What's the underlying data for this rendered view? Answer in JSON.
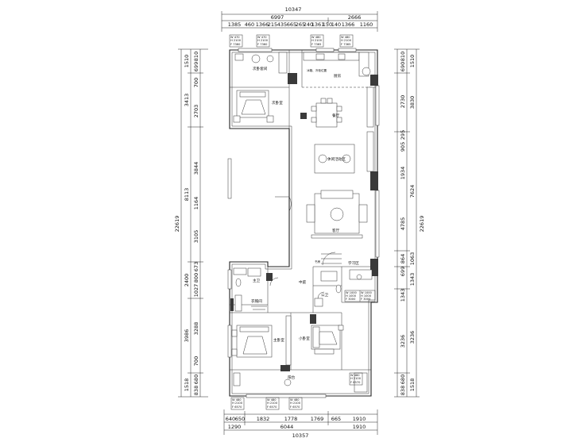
{
  "dimensions": {
    "top_total": "10347",
    "top_row1": [
      "6997",
      "2666"
    ],
    "top_row2": [
      "1385",
      "460",
      "1366",
      "215",
      "435",
      "665",
      "265",
      "240",
      "1361",
      "150",
      "140",
      "1366",
      "1160"
    ],
    "bottom_row1": [
      "640",
      "650",
      "1832",
      "1778",
      "1769",
      "665",
      "1910"
    ],
    "bottom_row2": [
      "1290",
      "6044",
      "1910"
    ],
    "bottom_total": "10357",
    "left_total": "22619",
    "left_row1": [
      "1510",
      "3413",
      "8113",
      "2400",
      "3986",
      "1518"
    ],
    "left_row2": [
      "810",
      "699",
      "700",
      "2703",
      "3844",
      "1164",
      "3105",
      "673",
      "800",
      "1027",
      "3288",
      "700",
      "680",
      "838"
    ],
    "right_total": "22619",
    "right_row1": [
      "1510",
      "3830",
      "7624",
      "1063",
      "1343",
      "3236",
      "1518"
    ],
    "right_row2": [
      "810",
      "690",
      "2730",
      "295",
      "905",
      "1934",
      "4785",
      "864",
      "699",
      "1343",
      "3236",
      "680",
      "838"
    ]
  },
  "rooms": {
    "secondary_bedroom": "次卧套间",
    "kitchen": "厨房",
    "fridge": "冰箱、冷柜位置",
    "dining": "餐厅",
    "second_bedroom": "次卧室",
    "leisure": "休闲活动区",
    "living": "客厅",
    "study": "书房",
    "study_area": "学习区",
    "master_bath": "主卫",
    "central": "中庭",
    "guest_bath": "公卫",
    "dressing": "衣帽间",
    "master_bedroom": "主卧室",
    "small_bedroom": "小卧室",
    "balcony": "阳台"
  },
  "window_tags": {
    "tag_a": [
      "W 470",
      "H 2100",
      "F 7360"
    ],
    "tag_b": [
      "W 480",
      "H 2100",
      "F 7365"
    ],
    "tag_c": [
      "W 1000",
      "H 1000",
      "F 3000"
    ],
    "tag_d": [
      "W 480",
      "H 2100",
      "F 6570"
    ]
  }
}
